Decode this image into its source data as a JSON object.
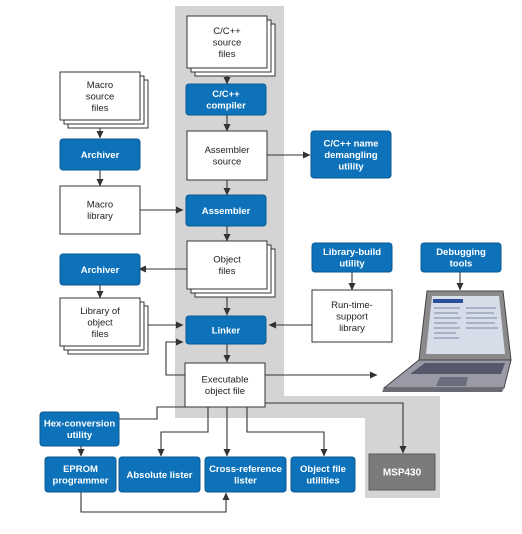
{
  "colors": {
    "accent_blue": "#0d72b9",
    "highlight_gray": "#d4d4d4",
    "device_gray": "#7b7b7b",
    "line": "#333333"
  },
  "nodes": {
    "c_source": [
      "C/C++",
      "source",
      "files"
    ],
    "compiler": [
      "C/C++",
      "compiler"
    ],
    "asm_source": [
      "Assembler",
      "source"
    ],
    "demangler": [
      "C/C++ name",
      "demangling",
      "utility"
    ],
    "macro_source": [
      "Macro",
      "source",
      "files"
    ],
    "archiver_top": [
      "Archiver"
    ],
    "macro_library": [
      "Macro",
      "library"
    ],
    "assembler": [
      "Assembler"
    ],
    "object_files": [
      "Object",
      "files"
    ],
    "archiver_mid": [
      "Archiver"
    ],
    "lib_builder": [
      "Library-build",
      "utility"
    ],
    "debug_tools": [
      "Debugging",
      "tools"
    ],
    "lib_objects": [
      "Library of",
      "object",
      "files"
    ],
    "rts_library": [
      "Run-time-",
      "support",
      "library"
    ],
    "linker": [
      "Linker"
    ],
    "executable": [
      "Executable",
      "object file"
    ],
    "hex_conv": [
      "Hex-conversion",
      "utility"
    ],
    "eprom": [
      "EPROM",
      "programmer"
    ],
    "abs_lister": [
      "Absolute lister"
    ],
    "xref_lister": [
      "Cross-reference",
      "lister"
    ],
    "obj_utils": [
      "Object file",
      "utilities"
    ],
    "msp430": [
      "MSP430"
    ]
  },
  "icons": {
    "laptop": "laptop-icon"
  }
}
